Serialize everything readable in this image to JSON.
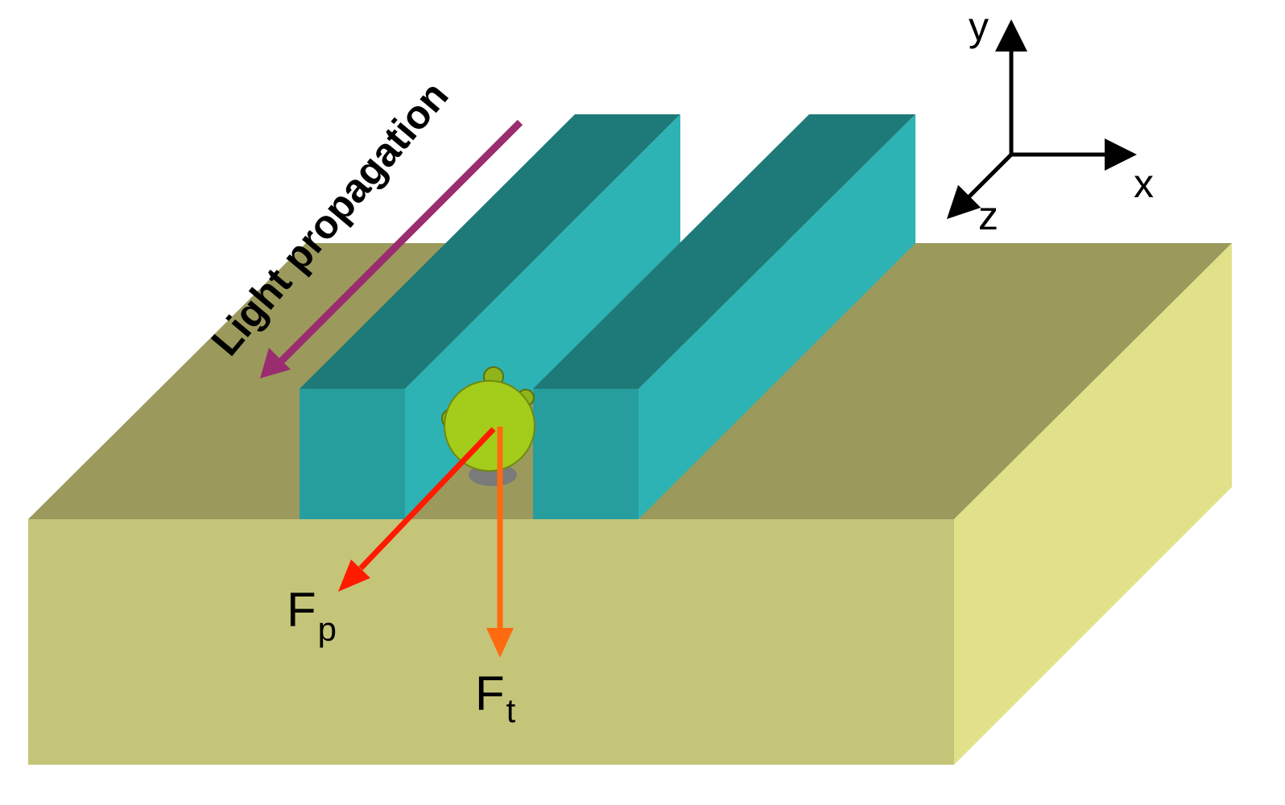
{
  "labels": {
    "light_propagation": "Light propagation",
    "force_p_main": "F",
    "force_p_sub": "p",
    "force_t_main": "F",
    "force_t_sub": "t"
  },
  "axes": {
    "y": "y",
    "x": "x",
    "z": "z"
  },
  "colors": {
    "substrate_top": "#9B9A5C",
    "substrate_front": "#C5C57A",
    "substrate_side": "#E1E18A",
    "waveguide_top": "#1E7A78",
    "waveguide_side": "#2EB3B4",
    "waveguide_front": "#279E9E",
    "particle": "#A4CC1A",
    "force_p": "#FF1A00",
    "force_t": "#FF6A10",
    "light_arrow": "#9A2C70"
  }
}
